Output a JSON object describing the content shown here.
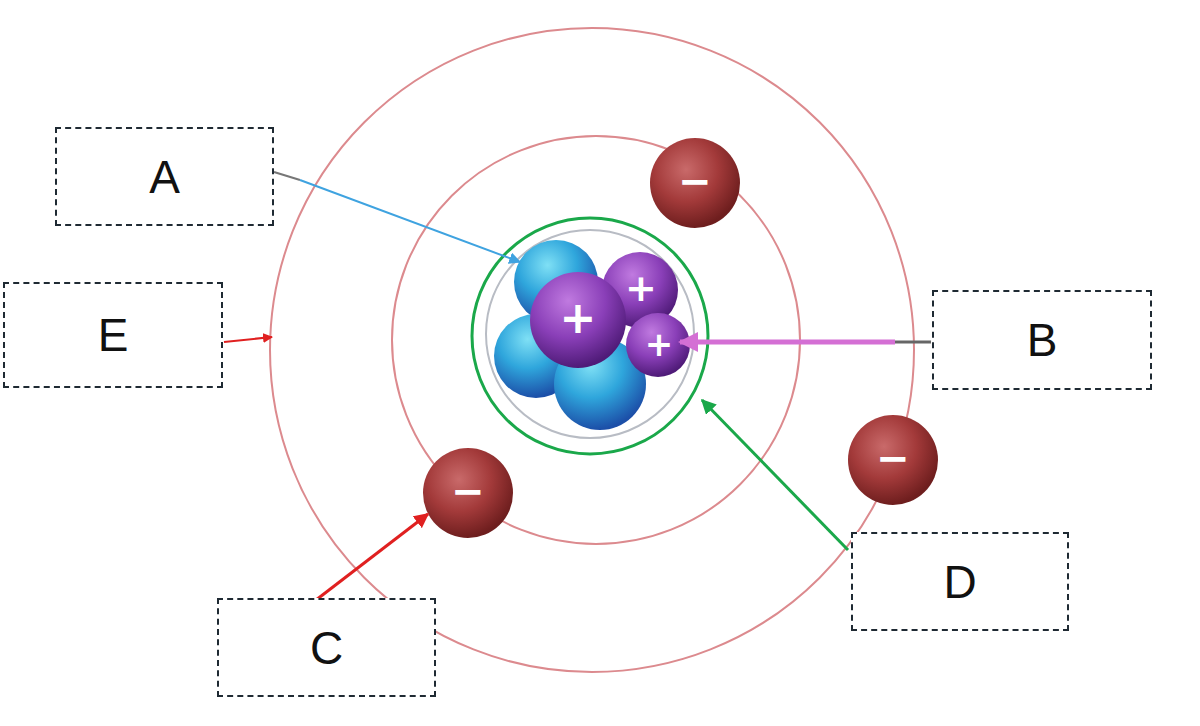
{
  "diagram": {
    "nodes": [
      {
        "text": [
          "A"
        ]
      },
      {
        "text": [
          "E"
        ]
      },
      {
        "text": [
          "B"
        ]
      },
      {
        "text": [
          "D"
        ]
      },
      {
        "text": [
          "C"
        ]
      }
    ],
    "labels": [
      "−",
      "+",
      "+",
      "+",
      "−",
      "−"
    ]
  }
}
